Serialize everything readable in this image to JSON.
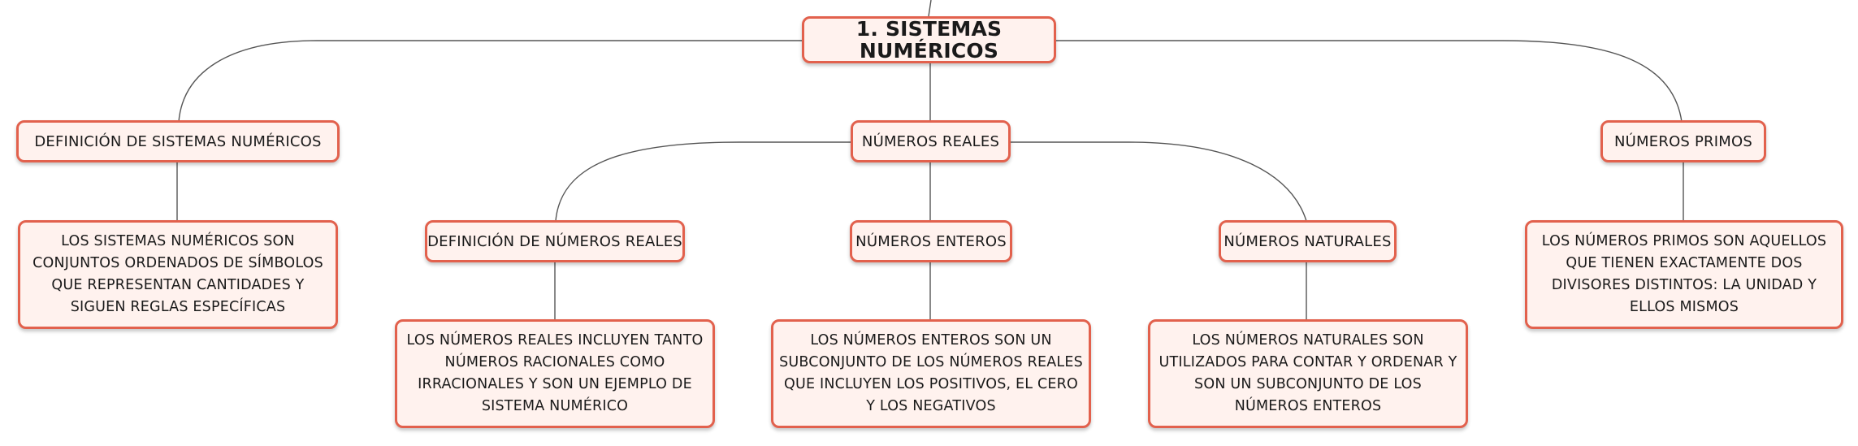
{
  "diagram": {
    "root": {
      "label": "1. SISTEMAS NUMÉRICOS"
    },
    "branches": {
      "definicion": {
        "label": "DEFINICIÓN DE SISTEMAS NUMÉRICOS",
        "description": "LOS SISTEMAS NUMÉRICOS SON CONJUNTOS ORDENADOS DE SÍMBOLOS QUE REPRESENTAN CANTIDADES Y SIGUEN REGLAS ESPECÍFICAS"
      },
      "reales": {
        "label": "NÚMEROS REALES",
        "children": {
          "definicion_reales": {
            "label": "DEFINICIÓN DE NÚMEROS REALES",
            "description": "LOS NÚMEROS REALES INCLUYEN TANTO NÚMEROS RACIONALES COMO IRRACIONALES Y SON UN EJEMPLO DE SISTEMA NUMÉRICO"
          },
          "enteros": {
            "label": "NÚMEROS ENTEROS",
            "description": "LOS NÚMEROS ENTEROS SON UN SUBCONJUNTO DE LOS NÚMEROS REALES QUE INCLUYEN LOS POSITIVOS, EL CERO Y LOS NEGATIVOS"
          },
          "naturales": {
            "label": "NÚMEROS NATURALES",
            "description": "LOS NÚMEROS NATURALES SON UTILIZADOS PARA CONTAR Y ORDENAR Y SON UN SUBCONJUNTO DE LOS NÚMEROS ENTEROS"
          }
        }
      },
      "primos": {
        "label": "NÚMEROS PRIMOS",
        "description": "LOS NÚMEROS PRIMOS SON AQUELLOS QUE TIENEN EXACTAMENTE DOS DIVISORES DISTINTOS: LA UNIDAD Y ELLOS MISMOS"
      }
    }
  }
}
